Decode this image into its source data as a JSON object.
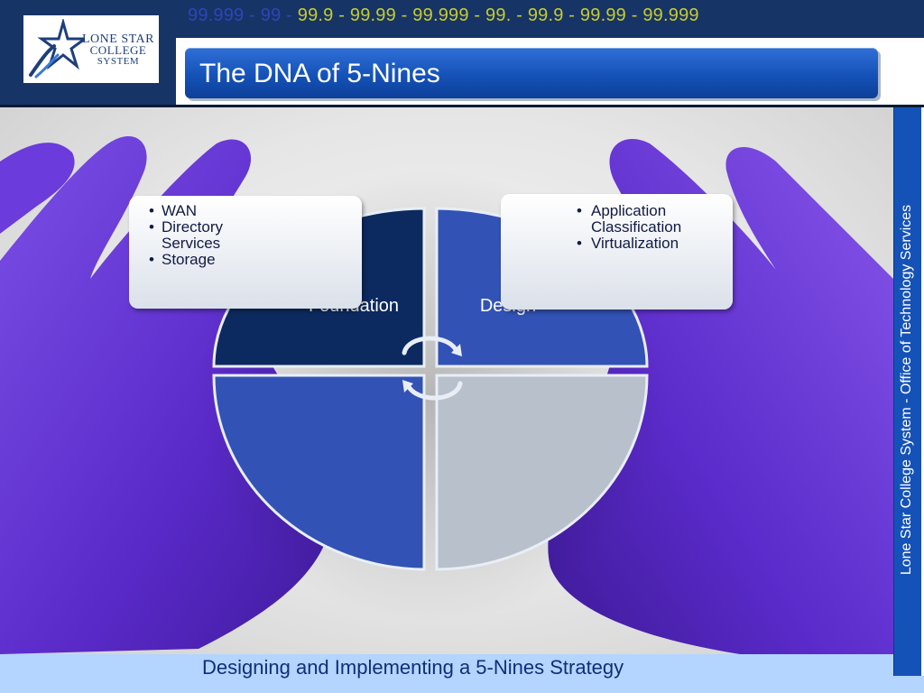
{
  "header": {
    "nines_prefix": "99.999 - 99 -",
    "nines_sequence": "99.9 -  99.99  -  99.999  -  99.  -  99.9  -  99.99  -  99.999",
    "title": "The DNA of 5-Nines"
  },
  "logo": {
    "line1": "LONE STAR",
    "line2": "COLLEGE",
    "line3": "SYSTEM"
  },
  "diagram": {
    "left_card": [
      "WAN",
      "Directory Services",
      "Storage"
    ],
    "right_card": [
      "Application Classification",
      "Virtualization"
    ],
    "quadrants": {
      "top_left": "Foundation",
      "top_right": "Design"
    },
    "cycle_icon": "circular-arrows-icon"
  },
  "sidebar": {
    "text": "Lone Star College System - Office of Technology Services"
  },
  "footer": {
    "text": "Designing and Implementing a 5-Nines Strategy"
  },
  "colors": {
    "banner": "#173466",
    "title_bar": "#1552b8",
    "accent_yellow": "#c7cc2a",
    "quadrant_dark": "#0c2a5f",
    "quadrant_mid": "#3253b5",
    "quadrant_light": "#b8c0cc",
    "glove_purple": "#6a35d6",
    "footer_bg": "#b3d5ff"
  }
}
